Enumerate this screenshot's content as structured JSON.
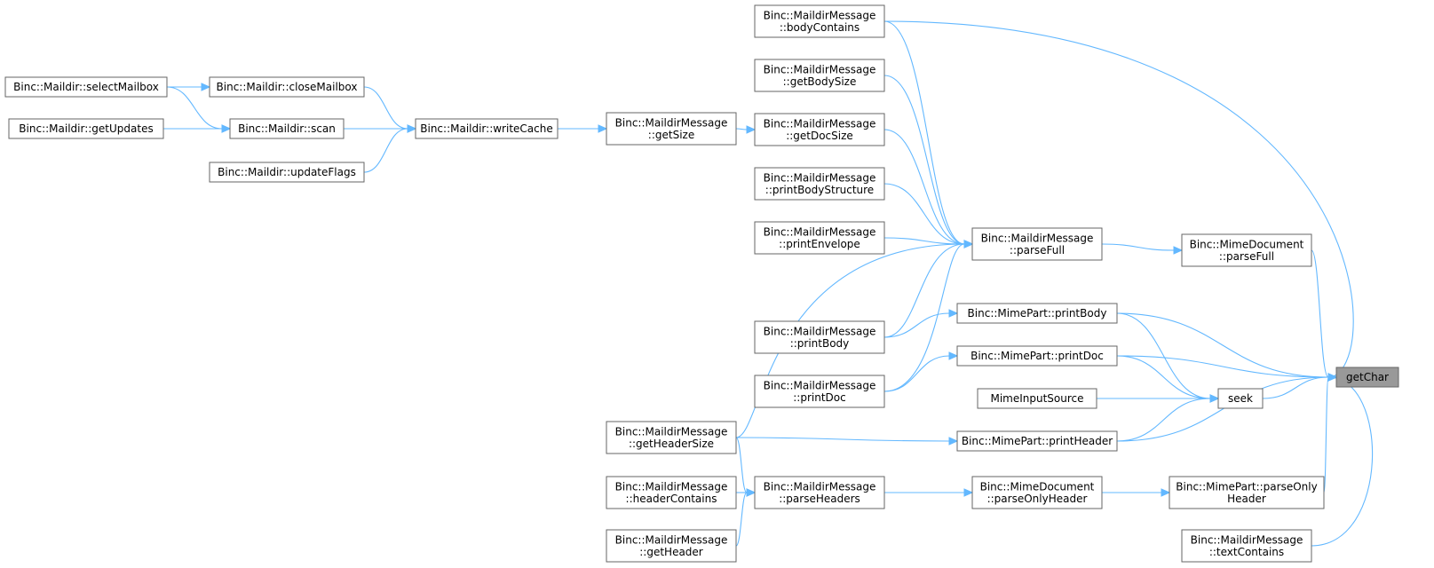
{
  "graph": {
    "root": "getchar",
    "nodes": [
      {
        "id": "getchar",
        "lines": [
          "getChar"
        ],
        "root": true
      },
      {
        "id": "bodycontains",
        "lines": [
          "Binc::MaildirMessage",
          "::bodyContains"
        ]
      },
      {
        "id": "getbodysize",
        "lines": [
          "Binc::MaildirMessage",
          "::getBodySize"
        ]
      },
      {
        "id": "getdocsize",
        "lines": [
          "Binc::MaildirMessage",
          "::getDocSize"
        ]
      },
      {
        "id": "printbodystructure",
        "lines": [
          "Binc::MaildirMessage",
          "::printBodyStructure"
        ]
      },
      {
        "id": "printenvelope",
        "lines": [
          "Binc::MaildirMessage",
          "::printEnvelope"
        ]
      },
      {
        "id": "mm-printbody",
        "lines": [
          "Binc::MaildirMessage",
          "::printBody"
        ]
      },
      {
        "id": "mm-printdoc",
        "lines": [
          "Binc::MaildirMessage",
          "::printDoc"
        ]
      },
      {
        "id": "getheadersize",
        "lines": [
          "Binc::MaildirMessage",
          "::getHeaderSize"
        ]
      },
      {
        "id": "headercontains",
        "lines": [
          "Binc::MaildirMessage",
          "::headerContains"
        ]
      },
      {
        "id": "getheader",
        "lines": [
          "Binc::MaildirMessage",
          "::getHeader"
        ]
      },
      {
        "id": "getsize",
        "lines": [
          "Binc::MaildirMessage",
          "::getSize"
        ]
      },
      {
        "id": "mm-parsefull",
        "lines": [
          "Binc::MaildirMessage",
          "::parseFull"
        ]
      },
      {
        "id": "parseheaders",
        "lines": [
          "Binc::MaildirMessage",
          "::parseHeaders"
        ]
      },
      {
        "id": "textcontains",
        "lines": [
          "Binc::MaildirMessage",
          "::textContains"
        ]
      },
      {
        "id": "writecache",
        "lines": [
          "Binc::Maildir::writeCache"
        ]
      },
      {
        "id": "selectmailbox",
        "lines": [
          "Binc::Maildir::selectMailbox"
        ]
      },
      {
        "id": "closemailbox",
        "lines": [
          "Binc::Maildir::closeMailbox"
        ]
      },
      {
        "id": "getupdates",
        "lines": [
          "Binc::Maildir::getUpdates"
        ]
      },
      {
        "id": "scan",
        "lines": [
          "Binc::Maildir::scan"
        ]
      },
      {
        "id": "updateflags",
        "lines": [
          "Binc::Maildir::updateFlags"
        ]
      },
      {
        "id": "md-parsefull",
        "lines": [
          "Binc::MimeDocument",
          "::parseFull"
        ]
      },
      {
        "id": "md-parseonlyheader",
        "lines": [
          "Binc::MimeDocument",
          "::parseOnlyHeader"
        ]
      },
      {
        "id": "mp-printbody",
        "lines": [
          "Binc::MimePart::printBody"
        ]
      },
      {
        "id": "mp-printdoc",
        "lines": [
          "Binc::MimePart::printDoc"
        ]
      },
      {
        "id": "mp-printheader",
        "lines": [
          "Binc::MimePart::printHeader"
        ]
      },
      {
        "id": "mp-parseonlyheader",
        "lines": [
          "Binc::MimePart::parseOnly",
          "Header"
        ]
      },
      {
        "id": "mimeinputsource",
        "lines": [
          "MimeInputSource"
        ]
      },
      {
        "id": "seek",
        "lines": [
          "seek"
        ]
      }
    ],
    "edges": [
      {
        "from": "selectmailbox",
        "to": "closemailbox"
      },
      {
        "from": "selectmailbox",
        "to": "scan"
      },
      {
        "from": "getupdates",
        "to": "scan"
      },
      {
        "from": "closemailbox",
        "to": "writecache"
      },
      {
        "from": "scan",
        "to": "writecache"
      },
      {
        "from": "updateflags",
        "to": "writecache"
      },
      {
        "from": "writecache",
        "to": "getsize"
      },
      {
        "from": "getsize",
        "to": "getdocsize"
      },
      {
        "from": "bodycontains",
        "to": "mm-parsefull"
      },
      {
        "from": "getbodysize",
        "to": "mm-parsefull"
      },
      {
        "from": "getdocsize",
        "to": "mm-parsefull"
      },
      {
        "from": "printbodystructure",
        "to": "mm-parsefull"
      },
      {
        "from": "printenvelope",
        "to": "mm-parsefull"
      },
      {
        "from": "getheadersize",
        "to": "mm-parsefull"
      },
      {
        "from": "mm-printbody",
        "to": "mm-parsefull"
      },
      {
        "from": "mm-printdoc",
        "to": "mm-parsefull"
      },
      {
        "from": "mm-parsefull",
        "to": "md-parsefull"
      },
      {
        "from": "mm-printbody",
        "to": "mp-printbody"
      },
      {
        "from": "mm-printdoc",
        "to": "mp-printdoc"
      },
      {
        "from": "getheadersize",
        "to": "mp-printheader"
      },
      {
        "from": "getheadersize",
        "to": "parseheaders"
      },
      {
        "from": "headercontains",
        "to": "parseheaders"
      },
      {
        "from": "getheader",
        "to": "parseheaders"
      },
      {
        "from": "parseheaders",
        "to": "md-parseonlyheader"
      },
      {
        "from": "md-parseonlyheader",
        "to": "mp-parseonlyheader"
      },
      {
        "from": "mp-printbody",
        "to": "seek"
      },
      {
        "from": "mp-printdoc",
        "to": "seek"
      },
      {
        "from": "mimeinputsource",
        "to": "seek"
      },
      {
        "from": "mp-printheader",
        "to": "seek"
      },
      {
        "from": "bodycontains",
        "to": "getchar"
      },
      {
        "from": "md-parsefull",
        "to": "getchar"
      },
      {
        "from": "mp-printbody",
        "to": "getchar"
      },
      {
        "from": "mp-printdoc",
        "to": "getchar"
      },
      {
        "from": "seek",
        "to": "getchar"
      },
      {
        "from": "mp-printheader",
        "to": "getchar"
      },
      {
        "from": "mp-parseonlyheader",
        "to": "getchar"
      },
      {
        "from": "textcontains",
        "to": "getchar"
      }
    ]
  }
}
